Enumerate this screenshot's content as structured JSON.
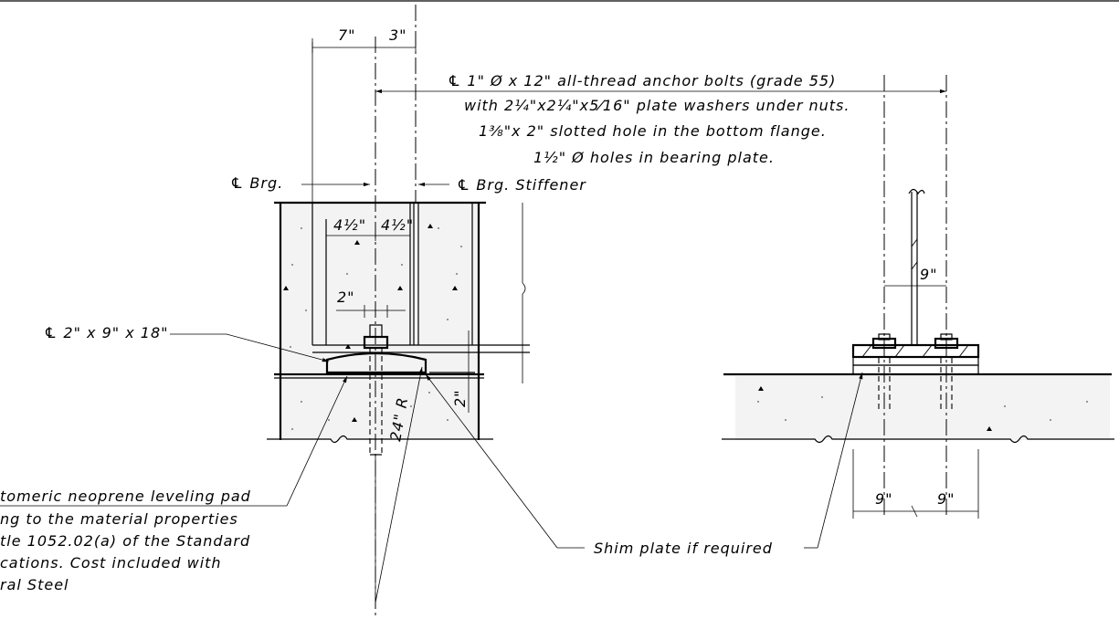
{
  "dims": {
    "d7": "7\"",
    "d3": "3\"",
    "d4half_left": "4½\"",
    "d4half_right": "4½\"",
    "d2_horiz": "2\"",
    "d2_vert": "2\"",
    "d24r": "24\" R",
    "d9_web": "9\"",
    "d9_left": "9\"",
    "d9_right": "9\""
  },
  "notes": {
    "anchor_line1": "℄ 1\" Ø x 12\" all-thread anchor bolts (grade 55)",
    "anchor_line2": "with 2¼\"x2¼\"x5⁄16\" plate washers under nuts.",
    "anchor_line3": "1⅜\"x 2\" slotted hole in the bottom flange.",
    "anchor_line4": "1½\" Ø holes in bearing plate.",
    "cl_brg": "℄ Brg.",
    "cl_stiff": "℄ Brg. Stiffener",
    "plate": "℄ 2\" x 9\" x 18\"",
    "pad_line1": "tomeric neoprene leveling pad",
    "pad_line2": "ng to the material properties",
    "pad_line3": "tle 1052.02(a) of the Standard",
    "pad_line4": "cations. Cost included with",
    "pad_line5": "ral Steel",
    "shim": "Shim plate if required"
  }
}
